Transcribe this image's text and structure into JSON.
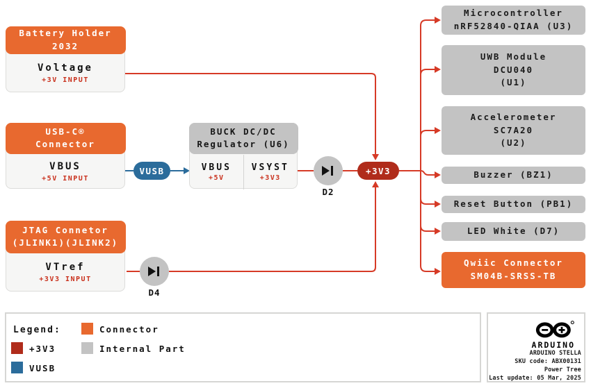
{
  "diagram": {
    "battery": {
      "title1": "Battery Holder",
      "title2": "2032",
      "signal": "Voltage",
      "note": "+3V INPUT"
    },
    "usbc": {
      "title1": "USB-C®",
      "title2": "Connector",
      "signal": "VBUS",
      "note": "+5V INPUT"
    },
    "jtag": {
      "title1": "JTAG Connetor",
      "title2": "(JLINK1)(JLINK2)",
      "signal": "VTref",
      "note": "+3V3 INPUT"
    },
    "buck": {
      "title1": "BUCK DC/DC",
      "title2": "Regulator (U6)",
      "cell1": {
        "signal": "VBUS",
        "note": "+5V"
      },
      "cell2": {
        "signal": "VSYST",
        "note": "+3V3"
      }
    },
    "nets": {
      "vusb": "VUSB",
      "rail": "+3V3"
    },
    "diodes": {
      "d2": "D2",
      "d4": "D4"
    },
    "loads": {
      "mcu": {
        "line1": "Microcontroller",
        "line2": "nRF52840-QIAA (U3)"
      },
      "uwb": {
        "line1": "UWB Module",
        "line2": "DCU040",
        "line3": "(U1)"
      },
      "accel": {
        "line1": "Accelerometer",
        "line2": "SC7A20",
        "line3": "(U2)"
      },
      "buzzer": {
        "line1": "Buzzer (BZ1)"
      },
      "reset": {
        "line1": "Reset Button (PB1)"
      },
      "led": {
        "line1": "LED White (D7)"
      },
      "qwiic": {
        "line1": "Qwiic Connector",
        "line2": "SM04B-SRSS-TB"
      }
    }
  },
  "legend": {
    "title": "Legend:",
    "items": [
      {
        "label": "+3V3",
        "color": "#B02C1B"
      },
      {
        "label": "VUSB",
        "color": "#2B6C9B"
      },
      {
        "label": "Connector",
        "color": "#E8692F"
      },
      {
        "label": "Internal Part",
        "color": "#C3C3C3"
      }
    ]
  },
  "footer": {
    "brand": "ARDUINO",
    "lines": [
      "ARDUINO STELLA",
      "SKU code: ABX00131",
      "Power Tree",
      "Last update: 05 Mar, 2025"
    ]
  },
  "colors": {
    "connector_orange": "#E8692F",
    "internal_gray": "#C3C3C3",
    "rail_red": "#B02C1B",
    "vusb_blue": "#2B6C9B",
    "wire_red": "#D63A26"
  }
}
